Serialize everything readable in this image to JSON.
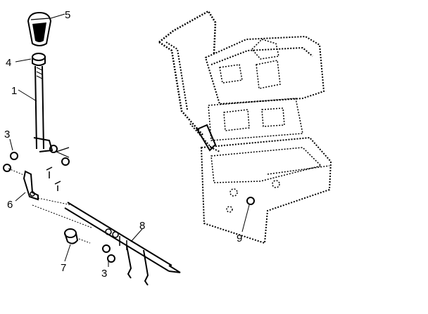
{
  "callouts": [
    {
      "id": "callout-1",
      "label": "1"
    },
    {
      "id": "callout-3a",
      "label": "3"
    },
    {
      "id": "callout-3b",
      "label": "3"
    },
    {
      "id": "callout-4",
      "label": "4"
    },
    {
      "id": "callout-5",
      "label": "5"
    },
    {
      "id": "callout-6",
      "label": "6"
    },
    {
      "id": "callout-7",
      "label": "7"
    },
    {
      "id": "callout-8",
      "label": "8"
    },
    {
      "id": "callout-9",
      "label": "9"
    }
  ]
}
